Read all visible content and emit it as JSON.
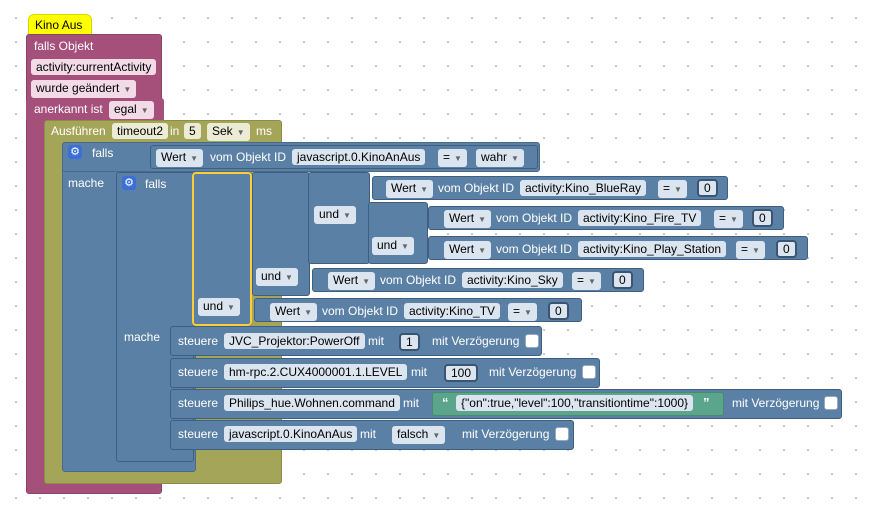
{
  "comment": "Kino Aus",
  "trigger": {
    "if_object": "falls Objekt",
    "object_id": "activity:currentActivity",
    "change": "wurde geändert",
    "ack_label": "anerkannt ist",
    "ack_value": "egal"
  },
  "timeout": {
    "run_label": "Ausführen",
    "name": "timeout2",
    "in_label": "in",
    "value": "5",
    "unit": "Sek",
    "ms": "ms"
  },
  "labels": {
    "falls": "falls",
    "mache": "mache",
    "und": "und",
    "wert": "Wert",
    "vom_objekt": "vom Objekt ID",
    "eq": "=",
    "steuere": "steuere",
    "mit": "mit",
    "mit_verz": "mit Verzögerung"
  },
  "outer_condition": {
    "object_id": "javascript.0.KinoAnAus",
    "value": "wahr"
  },
  "inner_conditions": [
    {
      "object_id": "activity:Kino_BlueRay",
      "value": "0"
    },
    {
      "object_id": "activity:Kino_Fire_TV",
      "value": "0"
    },
    {
      "object_id": "activity:Kino_Play_Station",
      "value": "0"
    },
    {
      "object_id": "activity:Kino_Sky",
      "value": "0"
    },
    {
      "object_id": "activity:Kino_TV",
      "value": "0"
    }
  ],
  "actions": [
    {
      "target": "JVC_Projektor:PowerOff",
      "value": "1"
    },
    {
      "target": "hm-rpc.2.CUX4000001.1.LEVEL",
      "value": "100"
    },
    {
      "target": "Philips_hue.Wohnen.command",
      "value": "{\"on\":true,\"level\":100,\"transitiontime\":1000}"
    },
    {
      "target": "javascript.0.KinoAnAus",
      "value": "falsch"
    }
  ]
}
